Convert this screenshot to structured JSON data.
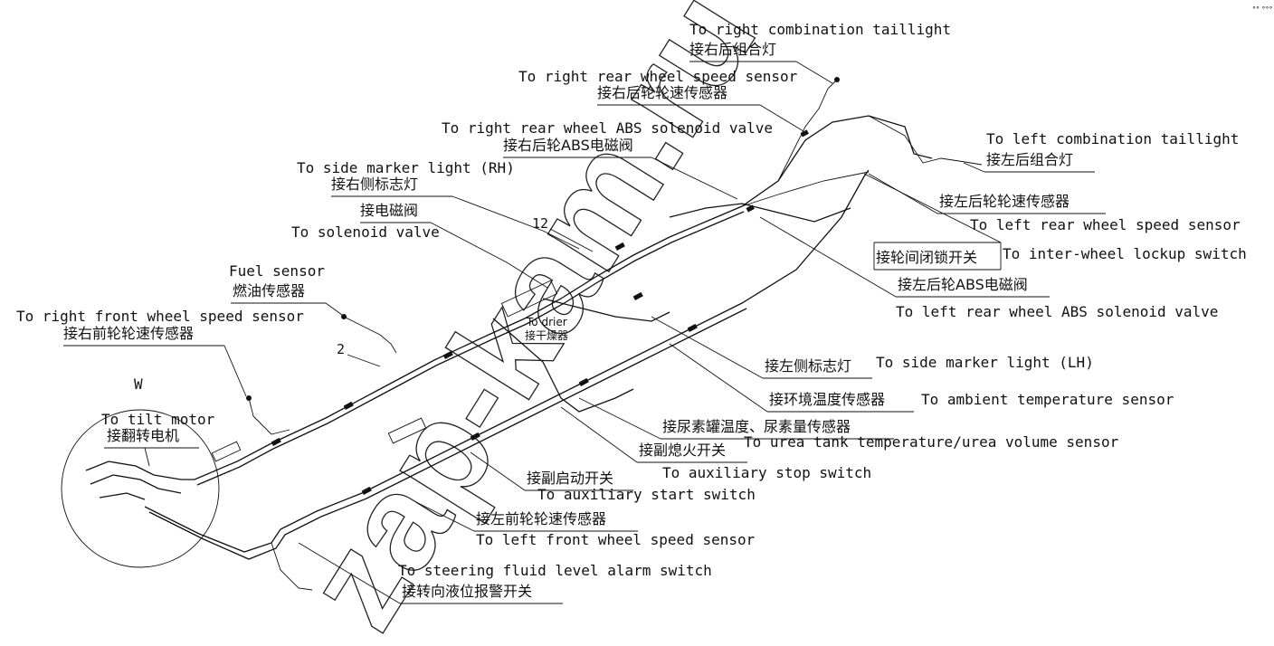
{
  "watermark": "zap-kam.ru",
  "corner_mark": "°° °°°",
  "detail_label": "W",
  "callouts": {
    "num_2": "2",
    "num_12": "12"
  },
  "labels": {
    "right_taillight_en": "To right combination taillight",
    "right_taillight_zh": "接右后组合灯",
    "right_rear_speed_en": "To right rear wheel speed sensor",
    "right_rear_speed_zh": "接右后轮轮速传感器",
    "right_rear_abs_en": "To right rear wheel ABS solenoid valve",
    "right_rear_abs_zh": "接右后轮ABS电磁阀",
    "side_marker_rh_en": "To side marker light (RH)",
    "side_marker_rh_zh": "接右侧标志灯",
    "solenoid_zh": "接电磁阀",
    "solenoid_en": "To solenoid valve",
    "fuel_sensor_en": "Fuel sensor",
    "fuel_sensor_zh": "燃油传感器",
    "right_front_speed_en": "To right front wheel speed sensor",
    "right_front_speed_zh": "接右前轮轮速传感器",
    "tilt_motor_en": "To tilt motor",
    "tilt_motor_zh": "接翻转电机",
    "dryer_en": "To drier",
    "dryer_zh": "接干燥器",
    "left_taillight_en": "To left combination taillight",
    "left_taillight_zh": "接左后组合灯",
    "left_rear_speed_zh": "接左后轮轮速传感器",
    "left_rear_speed_en": "To left rear wheel speed sensor",
    "lockup_zh": "接轮间闭锁开关",
    "lockup_en": "To inter-wheel lockup switch",
    "left_rear_abs_zh": "接左后轮ABS电磁阀",
    "left_rear_abs_en": "To left rear wheel ABS solenoid valve",
    "side_marker_lh_zh": "接左侧标志灯",
    "side_marker_lh_en": "To side marker light (LH)",
    "ambient_zh": "接环境温度传感器",
    "ambient_en": "To ambient temperature sensor",
    "urea_zh": "接尿素罐温度、尿素量传感器",
    "urea_en": "To urea tank temperature/urea volume sensor",
    "aux_stop_zh": "接副熄火开关",
    "aux_stop_en": "To auxiliary stop switch",
    "aux_start_zh": "接副启动开关",
    "aux_start_en": "To auxiliary start switch",
    "left_front_speed_zh": "接左前轮轮速传感器",
    "left_front_speed_en": "To left front wheel speed sensor",
    "steering_en": "To steering fluid level alarm switch",
    "steering_zh": "接转向液位报警开关"
  }
}
